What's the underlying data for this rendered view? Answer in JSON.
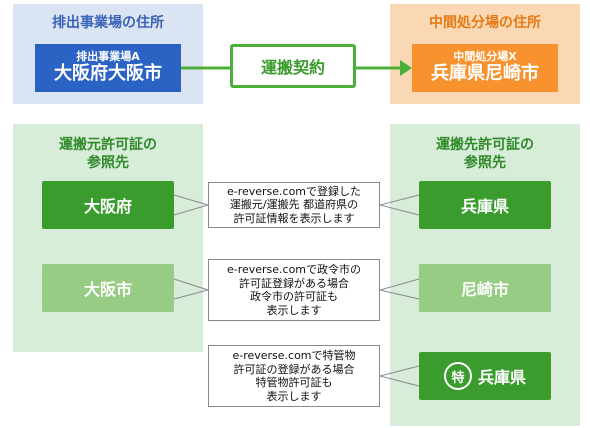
{
  "discharge_panel": {
    "title": "排出事業場の住所",
    "box_small": "排出事業場A",
    "box_large": "大阪府大阪市"
  },
  "contract": {
    "label": "運搬契約"
  },
  "intermediate_panel": {
    "title": "中間処分場の住所",
    "box_small": "中間処分場X",
    "box_large": "兵庫県尼崎市"
  },
  "origin_panel": {
    "title_line1": "運搬元許可証の",
    "title_line2": "参照先",
    "box1": "大阪府",
    "box2": "大阪市"
  },
  "dest_panel": {
    "title_line1": "運搬先許可証の",
    "title_line2": "参照先",
    "box1": "兵庫県",
    "box2": "尼崎市",
    "box3_badge": "特",
    "box3": "兵庫県"
  },
  "notes": [
    {
      "lines": [
        "e-reverse.comで登録した",
        "運搬元/運搬先 都道府県の",
        "許可証情報を表示します"
      ]
    },
    {
      "lines": [
        "e-reverse.comで政令市の",
        "許可証登録がある場合",
        "政令市の許可証も",
        "表示します"
      ]
    },
    {
      "lines": [
        "e-reverse.comで特管物",
        "許可証の登録がある場合",
        "特管物許可証も",
        "表示します"
      ]
    }
  ],
  "colors": {
    "blue_panel": "#dbe4f3",
    "blue_box": "#2b63c4",
    "orange_panel": "#fbd8b4",
    "orange_box": "#f8922e",
    "green_panel": "#d7ecd9",
    "green_box": "#3b9c2e",
    "light_green_box": "#97cc85",
    "contract_green": "#4caf3a"
  }
}
